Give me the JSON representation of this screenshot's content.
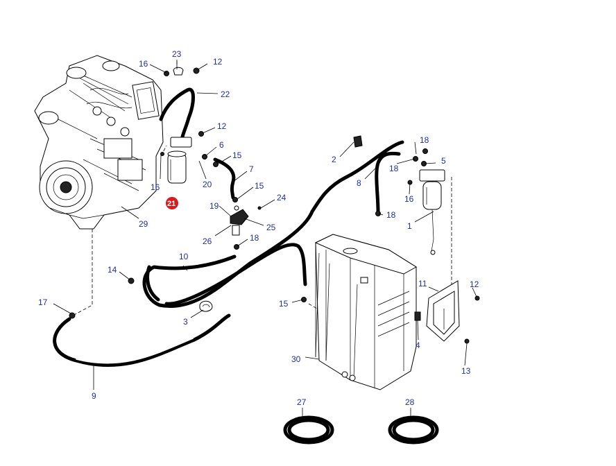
{
  "callouts": [
    {
      "id": "c1",
      "label": "1"
    },
    {
      "id": "c2",
      "label": "2"
    },
    {
      "id": "c3",
      "label": "3"
    },
    {
      "id": "c4",
      "label": "4"
    },
    {
      "id": "c5",
      "label": "5"
    },
    {
      "id": "c6",
      "label": "6"
    },
    {
      "id": "c7",
      "label": "7"
    },
    {
      "id": "c8",
      "label": "8"
    },
    {
      "id": "c9",
      "label": "9"
    },
    {
      "id": "c10",
      "label": "10"
    },
    {
      "id": "c11",
      "label": "11"
    },
    {
      "id": "c12a",
      "label": "12"
    },
    {
      "id": "c12b",
      "label": "12"
    },
    {
      "id": "c12c",
      "label": "12"
    },
    {
      "id": "c13",
      "label": "13"
    },
    {
      "id": "c14",
      "label": "14"
    },
    {
      "id": "c15a",
      "label": "15"
    },
    {
      "id": "c15b",
      "label": "15"
    },
    {
      "id": "c15c",
      "label": "15"
    },
    {
      "id": "c16a",
      "label": "16"
    },
    {
      "id": "c16b",
      "label": "16"
    },
    {
      "id": "c16c",
      "label": "16"
    },
    {
      "id": "c17",
      "label": "17"
    },
    {
      "id": "c18a",
      "label": "18"
    },
    {
      "id": "c18b",
      "label": "18"
    },
    {
      "id": "c18c",
      "label": "18"
    },
    {
      "id": "c18d",
      "label": "18"
    },
    {
      "id": "c19",
      "label": "19"
    },
    {
      "id": "c20",
      "label": "20"
    },
    {
      "id": "c21",
      "label": "21",
      "highlight": true,
      "color": "#d91a1a"
    },
    {
      "id": "c22",
      "label": "22"
    },
    {
      "id": "c23",
      "label": "23"
    },
    {
      "id": "c24",
      "label": "24"
    },
    {
      "id": "c25",
      "label": "25"
    },
    {
      "id": "c26",
      "label": "26"
    },
    {
      "id": "c27",
      "label": "27"
    },
    {
      "id": "c28",
      "label": "28"
    },
    {
      "id": "c29",
      "label": "29"
    },
    {
      "id": "c30",
      "label": "30"
    }
  ],
  "colors": {
    "callout_text": "#1e2fa8",
    "highlight_marker": "#d91a1a",
    "linework": "#000000",
    "background": "#ffffff"
  }
}
